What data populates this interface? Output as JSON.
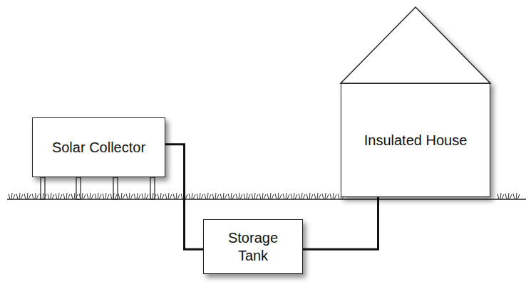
{
  "diagram": {
    "nodes": [
      {
        "text": [
          "Solar Collector"
        ]
      },
      {
        "text": [
          "Storage Tank"
        ]
      },
      {
        "text": [
          "Insulated House"
        ]
      }
    ],
    "edges": [
      {
        "from": 0,
        "to": 1,
        "arrow": "none"
      },
      {
        "from": 1,
        "to": 2,
        "arrow": "none"
      }
    ]
  }
}
